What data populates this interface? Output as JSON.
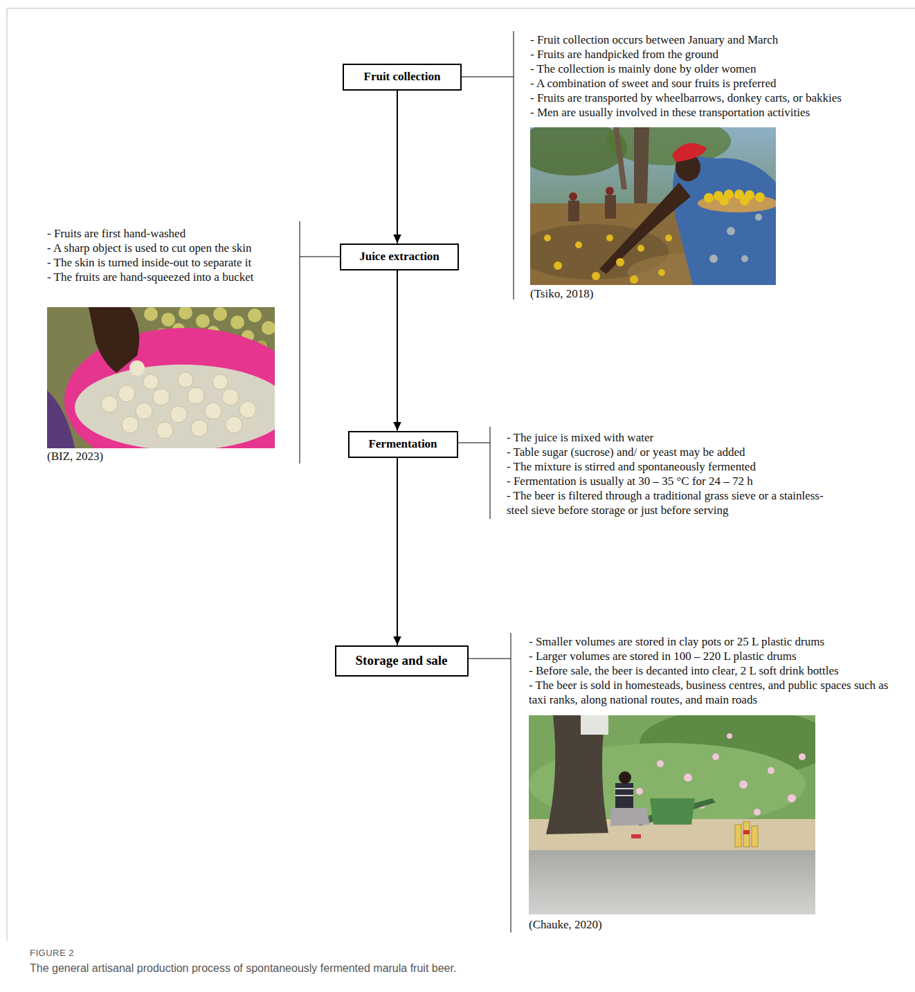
{
  "diagram": {
    "caption": "The general artisanal production process of spontaneously fermented marula fruit beer.",
    "nodes": [
      {
        "text": [
          "Fruit collection"
        ]
      },
      {
        "text": [
          "Juice extraction"
        ]
      },
      {
        "text": [
          "Fermentation"
        ]
      },
      {
        "text": [
          "Storage and sale"
        ]
      }
    ],
    "edges": [
      {
        "from": 0,
        "to": 1,
        "arrow": "to"
      },
      {
        "from": 1,
        "to": 2,
        "arrow": "to"
      },
      {
        "from": 2,
        "to": 3,
        "arrow": "to"
      }
    ],
    "labels": [
      "- Fruit collection occurs between January and March",
      "- Fruits are handpicked from the ground",
      "- The collection is mainly done by older women",
      "- A combination of sweet and sour fruits is preferred",
      "- Fruits are transported by wheelbarrows, donkey carts, or bakkies",
      "- Men are usually involved in these transportation activities",
      "(Tsiko, 2018)",
      "- Fruits are first hand-washed",
      "- A sharp object is used to cut open the skin",
      "- The skin is turned inside-out to separate it",
      "- The fruits are hand-squeezed into a bucket",
      "(BIZ, 2023)",
      "- The juice is mixed with water",
      "- Table sugar (sucrose) and/ or yeast may be added",
      "- The mixture is stirred and spontaneously fermented",
      "- Fermentation is usually at 30 – 35 °C for 24 – 72 h",
      "- The beer is filtered through a traditional grass sieve or a stainless-steel sieve before storage or just before serving",
      "- Smaller volumes are stored in clay pots or 25 L plastic drums",
      "- Larger volumes are stored in 100 – 220 L plastic drums",
      "- Before sale, the beer is decanted into clear, 2 L soft drink bottles",
      "- The beer is sold in homesteads, business centres, and public spaces such as taxi ranks, along national routes, and main roads",
      "(Chauke, 2020)",
      "FIGURE 2"
    ]
  }
}
